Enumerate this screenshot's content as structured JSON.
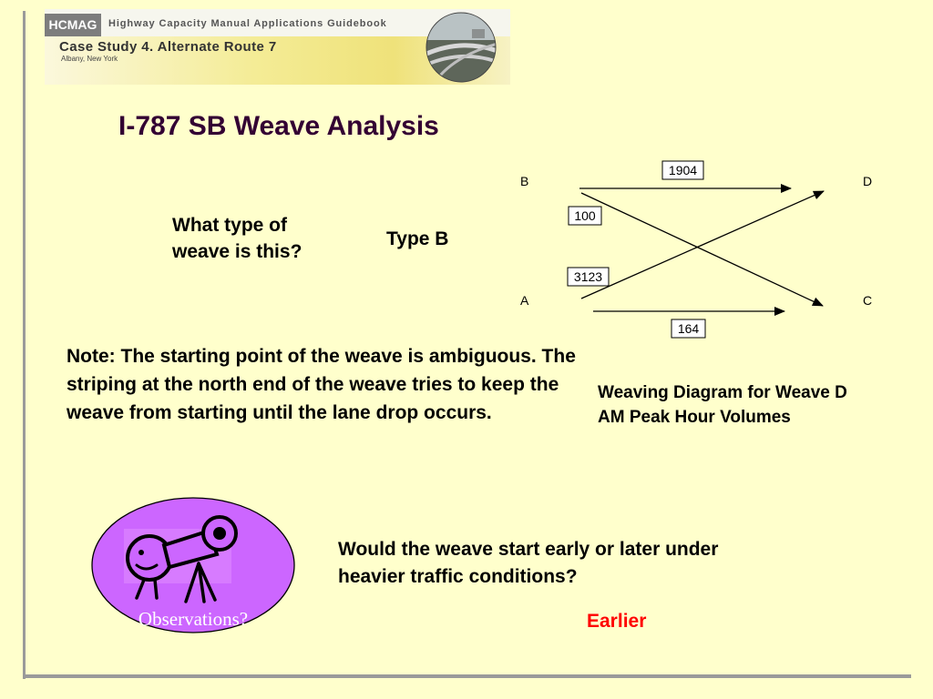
{
  "banner": {
    "logo": "HCMAG",
    "guide_title": "Highway Capacity Manual Applications Guidebook",
    "case_title": "Case Study 4. Alternate Route 7",
    "location": "Albany, New York"
  },
  "title": "I-787 SB Weave Analysis",
  "question1": {
    "line1": "What type of",
    "line2": "weave is this?"
  },
  "answer1": "Type B",
  "diagram": {
    "nodes": {
      "b": "B",
      "a": "A",
      "d": "D",
      "c": "C"
    },
    "volumes": {
      "b_to_d": "1904",
      "b_to_c": "100",
      "a_to_d": "3123",
      "a_to_c": "164"
    }
  },
  "note": "Note: The starting point of the weave is ambiguous. The striping at the north end of the weave tries to keep the weave from starting until the lane drop occurs.",
  "caption": "Weaving Diagram for Weave D AM Peak Hour Volumes",
  "observations_label": "Observations?",
  "question2": "Would the weave start early or later under heavier traffic conditions?",
  "answer2": "Earlier",
  "colors": {
    "background": "#ffffcc",
    "title": "#330033",
    "answer_highlight": "#ff0000",
    "observation_circle": "#cc66ff"
  }
}
